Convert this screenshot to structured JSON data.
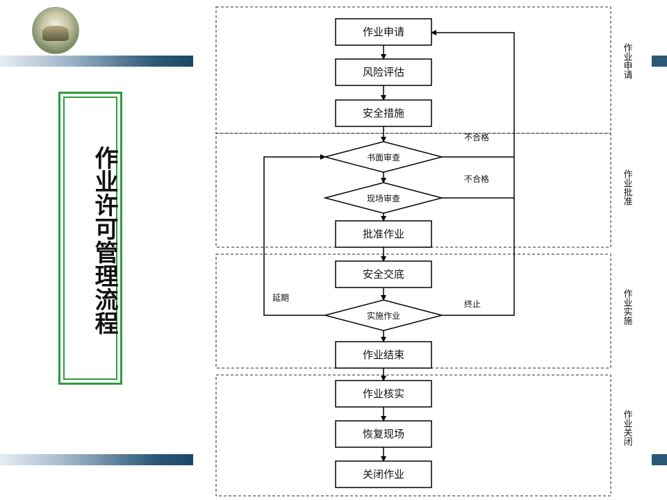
{
  "title": "作业许可管理流程",
  "stages": [
    "作业申请",
    "作业批准",
    "作业实施",
    "作业关闭"
  ],
  "steps": {
    "apply": "作业申请",
    "risk": "风险评估",
    "safety": "安全措施",
    "doc_review": "书面审查",
    "site_review": "现场审查",
    "approve": "批准作业",
    "handover": "安全交底",
    "execute": "实施作业",
    "finish": "作业结束",
    "verify": "作业核实",
    "restore": "恢复现场",
    "close": "关闭作业"
  },
  "edge_labels": {
    "fail1": "不合格",
    "fail2": "不合格",
    "extend": "延期",
    "stop": "终止"
  }
}
